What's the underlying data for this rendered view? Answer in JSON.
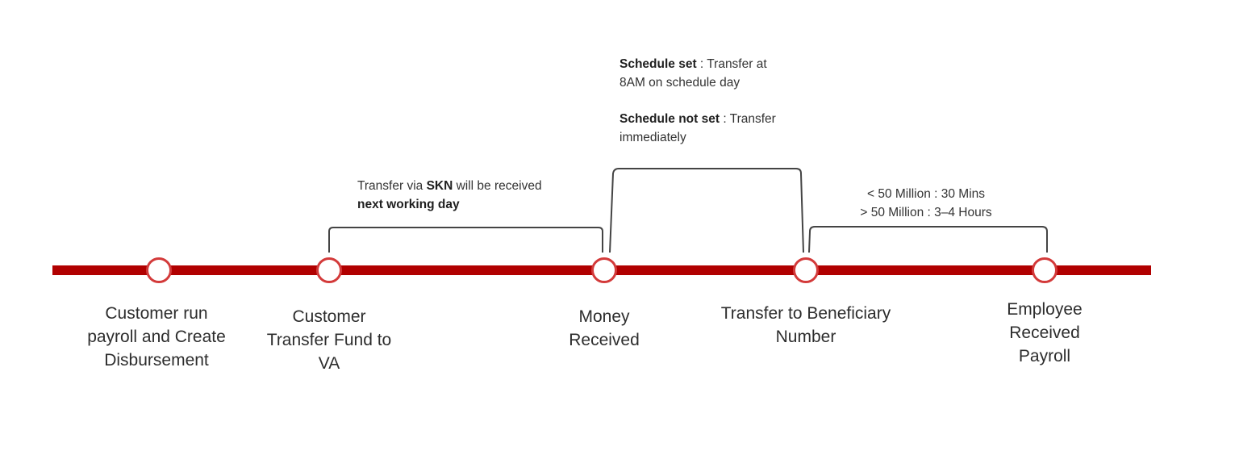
{
  "steps": [
    {
      "label": "Customer run payroll and Create Disbursement"
    },
    {
      "label": "Customer Transfer Fund to VA"
    },
    {
      "label": "Money Received"
    },
    {
      "label": "Transfer to Beneficiary Number"
    },
    {
      "label": "Employee Received Payroll"
    }
  ],
  "notes": {
    "skn": {
      "text_1": "Transfer via ",
      "bold_1": "SKN",
      "text_2": " will be received",
      "bold_2": "next working day"
    },
    "schedule": {
      "set_bold": "Schedule set",
      "set_text_1": " : Transfer  at",
      "set_text_2": "8AM on schedule day",
      "not_set_bold": "Schedule not set",
      "not_set_text_1": " : Transfer",
      "not_set_text_2": "immediately"
    },
    "timing": {
      "line_1": "< 50 Million : 30 Mins",
      "line_2": "> 50 Million : 3–4 Hours"
    }
  },
  "colors": {
    "timeline": "#b10000",
    "node_border": "#d33a3a",
    "bracket": "#444444"
  }
}
